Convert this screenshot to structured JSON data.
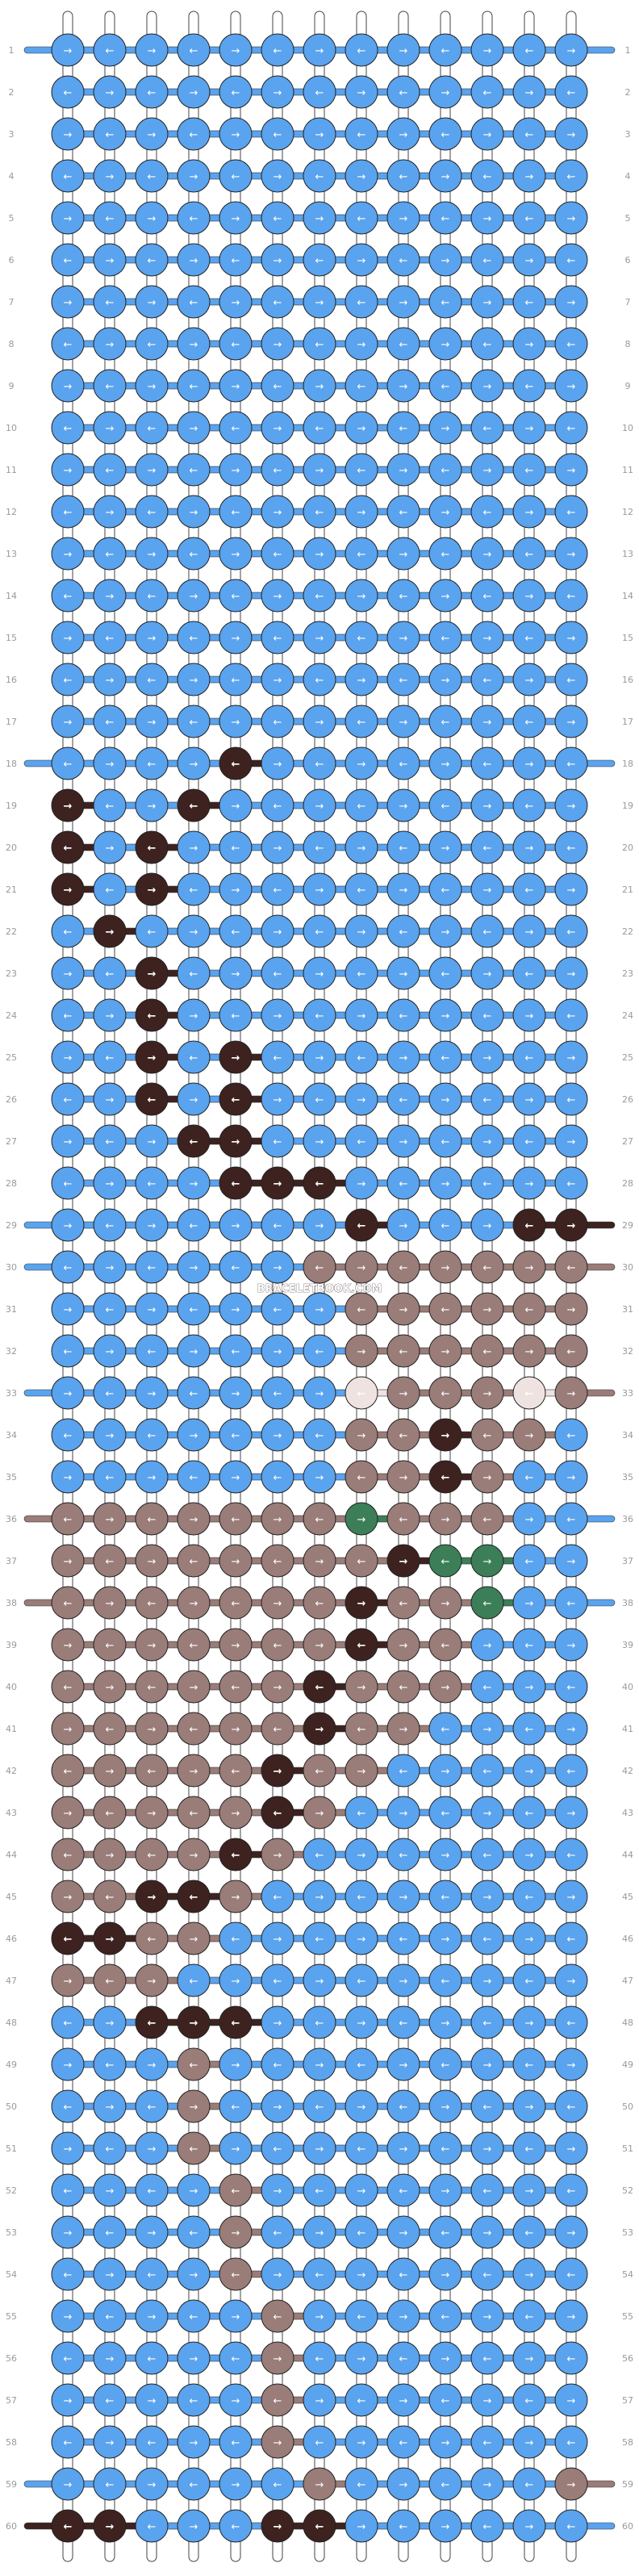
{
  "pattern": {
    "type": "alpha friendship bracelet pattern",
    "columns": 13,
    "rows": 60,
    "watermark": "BRACELETBOOK.COM",
    "colors": {
      "light_blue": "#5aa3ee",
      "dark_brown": "#3d2220",
      "taupe": "#9a7c78",
      "cream": "#efe3e1",
      "green": "#3c7e58"
    },
    "knot_icon": "arrow-icon",
    "row_labels": [
      "1",
      "2",
      "3",
      "4",
      "5",
      "6",
      "7",
      "8",
      "9",
      "10",
      "11",
      "12",
      "13",
      "14",
      "15",
      "16",
      "17",
      "18",
      "19",
      "20",
      "21",
      "22",
      "23",
      "24",
      "25",
      "26",
      "27",
      "28",
      "29",
      "30",
      "31",
      "32",
      "33",
      "34",
      "35",
      "36",
      "37",
      "38",
      "39",
      "40",
      "41",
      "42",
      "43",
      "44",
      "45",
      "46",
      "47",
      "48",
      "49",
      "50",
      "51",
      "52",
      "53",
      "54",
      "55",
      "56",
      "57",
      "58",
      "59",
      "60"
    ]
  }
}
